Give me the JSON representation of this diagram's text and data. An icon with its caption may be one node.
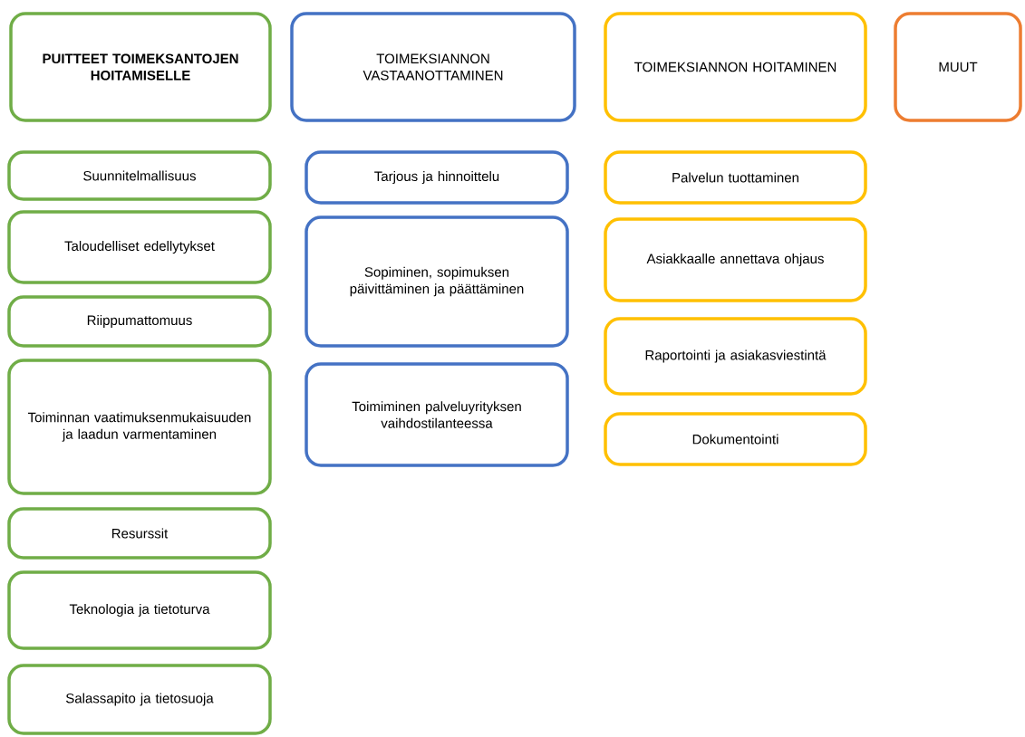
{
  "diagram": {
    "nodes": [
      {
        "text": [
          "PUITTEET TOIMEKSANTOJEN HOITAMISELLE"
        ]
      },
      {
        "text": [
          "TOIMEKSIANNON VASTAANOTTAMINEN"
        ]
      },
      {
        "text": [
          "TOIMEKSIANNON HOITAMINEN"
        ]
      },
      {
        "text": [
          "MUUT"
        ]
      },
      {
        "text": [
          "Suunnitelmallisuus"
        ]
      },
      {
        "text": [
          "Taloudelliset edellytykset"
        ]
      },
      {
        "text": [
          "Riippumattomuus"
        ]
      },
      {
        "text": [
          "Toiminnan vaatimuksenmukaisuuden ja laadun varmentaminen"
        ]
      },
      {
        "text": [
          "Resurssit"
        ]
      },
      {
        "text": [
          "Teknologia ja tietoturva"
        ]
      },
      {
        "text": [
          "Salassapito ja tietosuoja"
        ]
      },
      {
        "text": [
          "Tarjous ja hinnoittelu"
        ]
      },
      {
        "text": [
          "Sopiminen, sopimuksen päivittäminen ja päättäminen"
        ]
      },
      {
        "text": [
          "Toimiminen palveluyrityksen vaihdostilanteessa"
        ]
      },
      {
        "text": [
          "Palvelun tuottaminen"
        ]
      },
      {
        "text": [
          "Asiakkaalle annettava ohjaus"
        ]
      },
      {
        "text": [
          "Raportointi ja asiakasviestintä"
        ]
      },
      {
        "text": [
          "Dokumentointi"
        ]
      }
    ]
  }
}
